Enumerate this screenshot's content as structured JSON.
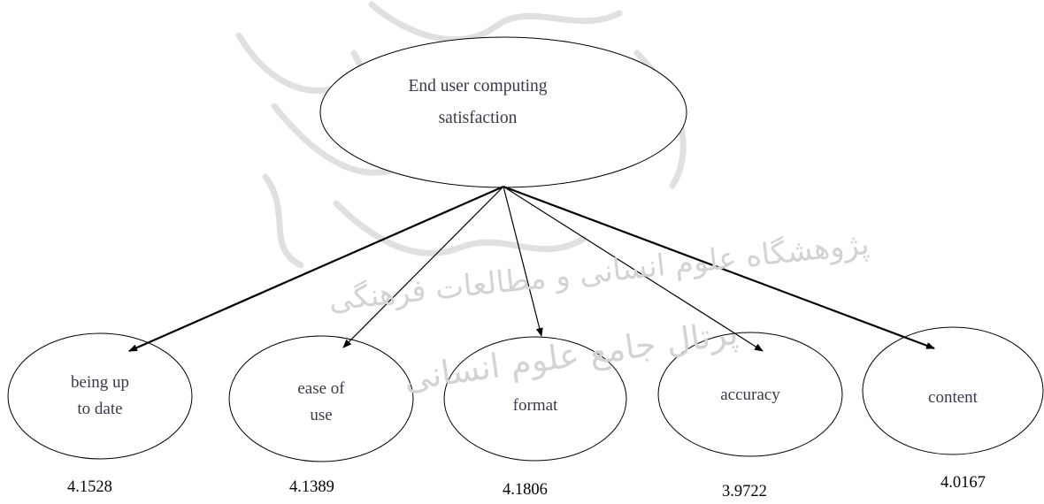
{
  "watermark": {
    "line1": "پژوهشگاه علوم انسانی و مطالعات فرهنگی",
    "line2": "پرتال جامع علوم انسانی"
  },
  "diagram": {
    "root": {
      "label_line1": "End user computing",
      "label_line2": "satisfaction"
    },
    "children": [
      {
        "label_line1": "being up",
        "label_line2": "to date",
        "value": "4.1528"
      },
      {
        "label_line1": "ease of",
        "label_line2": "use",
        "value": "4.1389"
      },
      {
        "label_line1": "format",
        "label_line2": "",
        "value": "4.1806"
      },
      {
        "label_line1": "accuracy",
        "label_line2": "",
        "value": "3.9722"
      },
      {
        "label_line1": "content",
        "label_line2": "",
        "value": "4.0167"
      }
    ]
  }
}
